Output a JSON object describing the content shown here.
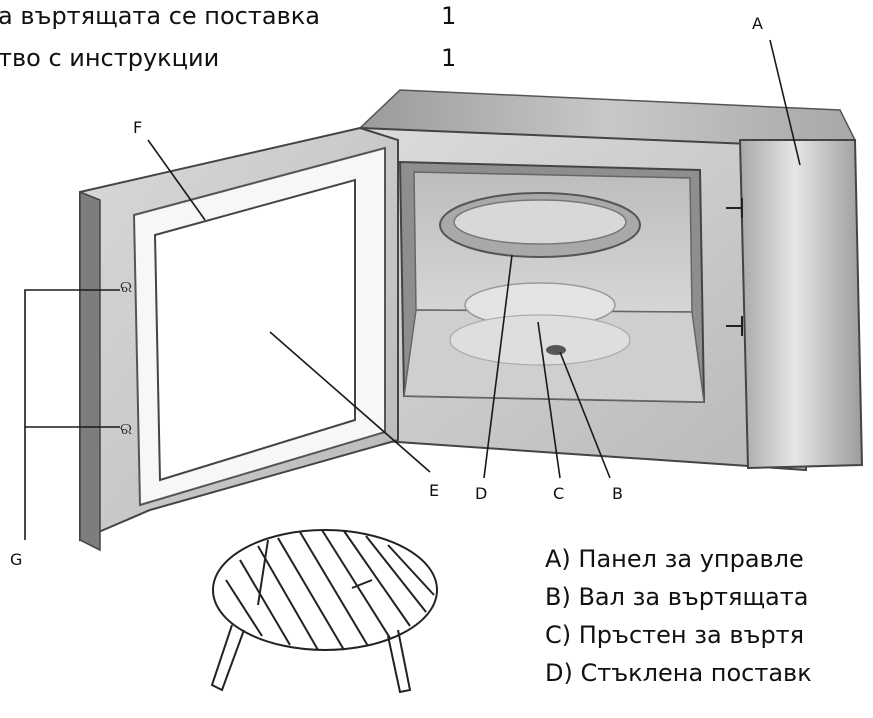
{
  "top_list": [
    {
      "text": "а въртящата се поставка",
      "qty": "1"
    },
    {
      "text": "тво с инструкции",
      "qty": "1"
    }
  ],
  "labels": {
    "A": "A",
    "B": "B",
    "C": "C",
    "D": "D",
    "E": "E",
    "F": "F",
    "G": "G"
  },
  "legend": [
    "A)  Панел за управле",
    "B)  Вал за въртящата",
    "C)  Пръстен за въртя",
    "D)  Стъклена поставк"
  ],
  "colors": {
    "body": "#c9c9c9",
    "dark": "#8f8f8f",
    "line": "#1a1a1a"
  }
}
